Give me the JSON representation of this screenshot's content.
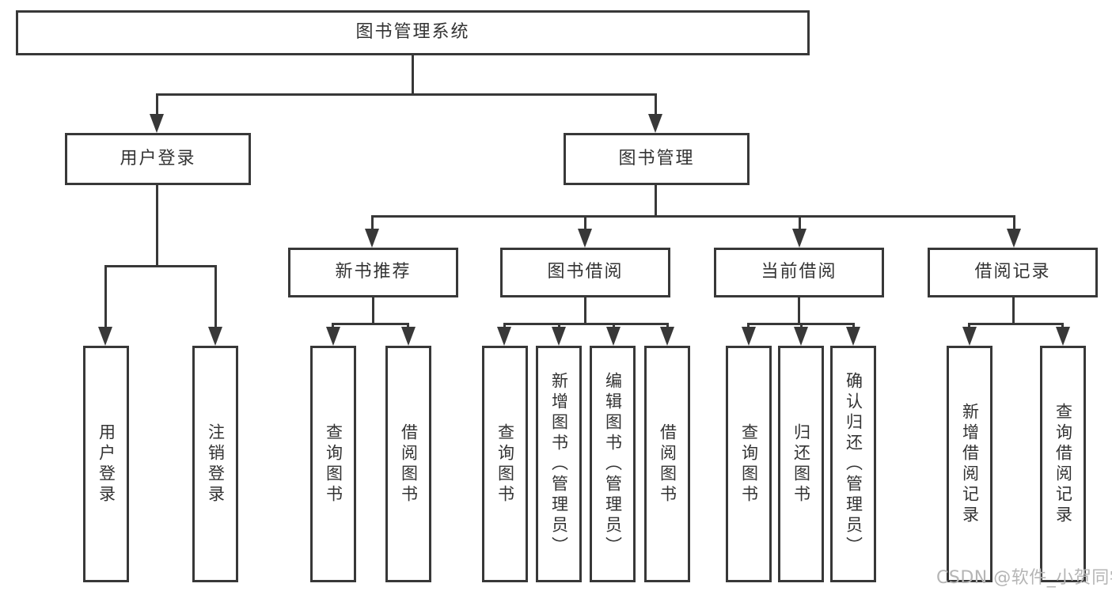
{
  "diagram": {
    "root": {
      "label": "图书管理系统"
    },
    "branches": [
      {
        "label": "用户登录",
        "children": [
          {
            "label": "用户登录"
          },
          {
            "label": "注销登录"
          }
        ]
      },
      {
        "label": "图书管理",
        "children": [
          {
            "label": "新书推荐",
            "children": [
              {
                "label": "查询图书"
              },
              {
                "label": "借阅图书"
              }
            ]
          },
          {
            "label": "图书借阅",
            "children": [
              {
                "label": "查询图书"
              },
              {
                "label": "新增图书（管理员）"
              },
              {
                "label": "编辑图书（管理员）"
              },
              {
                "label": "借阅图书"
              }
            ]
          },
          {
            "label": "当前借阅",
            "children": [
              {
                "label": "查询图书"
              },
              {
                "label": "归还图书"
              },
              {
                "label": "确认归还（管理员）"
              }
            ]
          },
          {
            "label": "借阅记录",
            "children": [
              {
                "label": "新增借阅记录"
              },
              {
                "label": "查询借阅记录"
              }
            ]
          }
        ]
      }
    ]
  },
  "watermark": {
    "text": "CSDN @软件_小贺同学"
  },
  "colors": {
    "line": "#383838",
    "text": "#333333",
    "watermark": "#b5b5b5",
    "background": "#ffffff"
  }
}
